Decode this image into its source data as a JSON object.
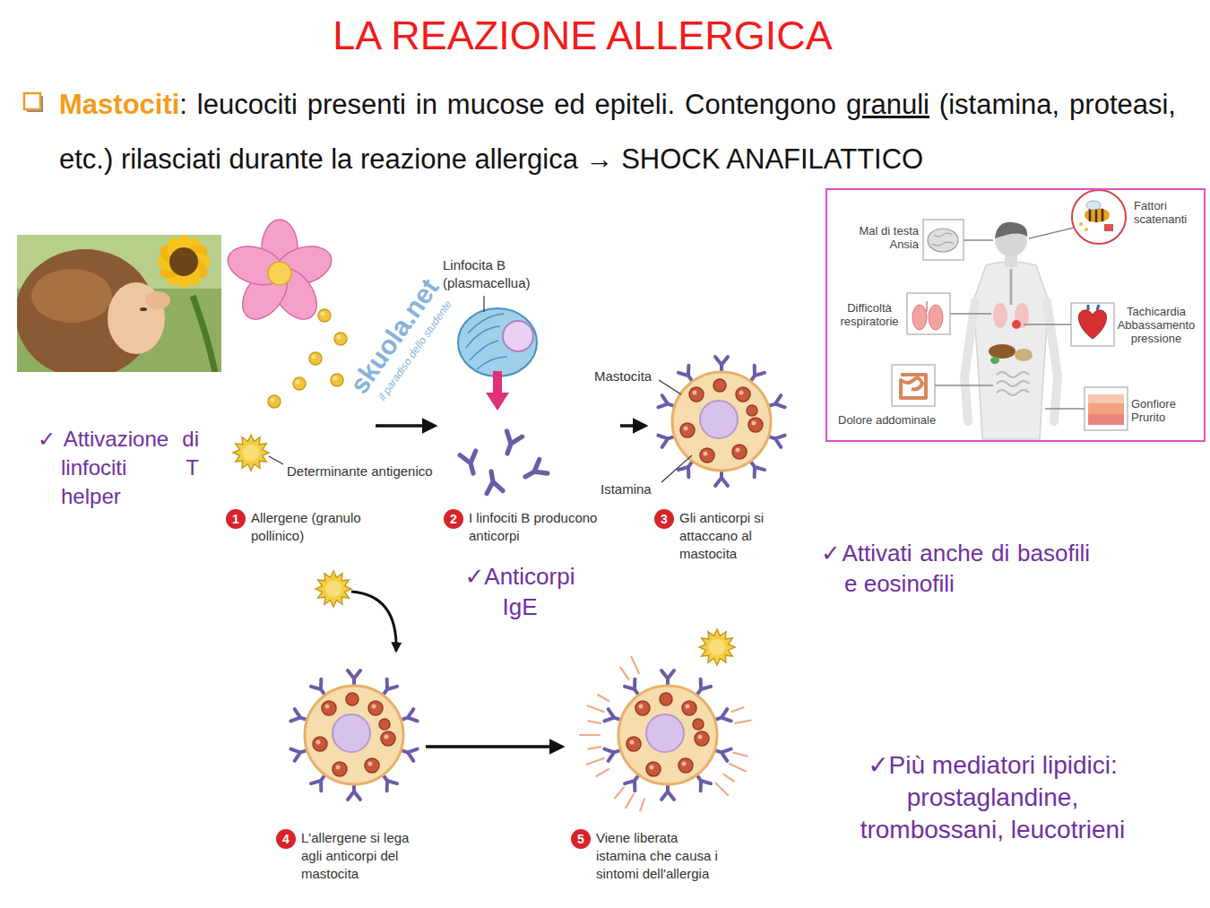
{
  "diagram": {
    "title": "LA REAZIONE ALLERGICA",
    "nodes": [
      {
        "text": [
          "1",
          "Allergene (granulo pollinico)"
        ]
      },
      {
        "text": [
          "2",
          "I linfociti B producono anticorpi"
        ]
      },
      {
        "text": [
          "3",
          "Gli anticorpi si attaccano al mastocita"
        ]
      },
      {
        "text": [
          "4",
          "L'allergene si lega agli anticorpi del mastocita"
        ]
      },
      {
        "text": [
          "5",
          "Viene liberata istamina che causa i sintomi dell'allergia"
        ]
      },
      {
        "text": [
          "Fattori scatenanti",
          "Mal di testa Ansia",
          "Difficoltà respiratorie",
          "Tachicardia Abbassamento pressione",
          "Dolore addominale",
          "Gonfiore Prurito"
        ]
      }
    ],
    "edges": [
      {
        "from": 0,
        "to": 1,
        "arrow": "to"
      },
      {
        "from": 1,
        "to": 2,
        "arrow": "to"
      },
      {
        "from": 3,
        "to": 4,
        "arrow": "to"
      }
    ],
    "labels": [
      "Mastociti",
      ": leucociti presenti in mucose ed epiteli. Contengono",
      "granuli",
      "(istamina, proteasi, etc.) rilasciati durante la reazione allergica → SHOCK ANAFILATTICO",
      "Determinante antigenico",
      "Linfocita B (plasmacellua)",
      "Mastocita",
      "Istamina",
      "✓Attivazione di linfociti T helper",
      "✓Anticorpi IgE",
      "✓Attivati anche di basofili e eosinofili",
      "✓Più mediatori lipidici: prostaglandine, trombossani, leucotrieni",
      "skuola.net",
      "il paradiso dello studente"
    ]
  }
}
